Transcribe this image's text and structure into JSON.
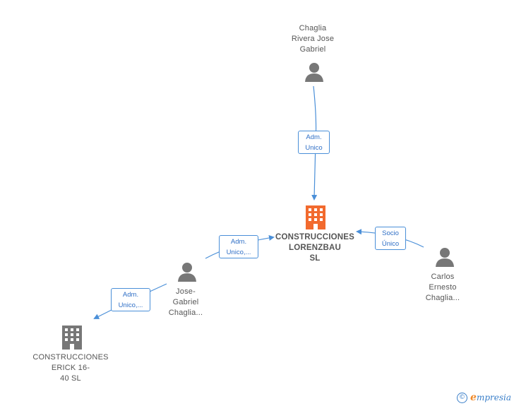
{
  "colors": {
    "edge": "#4a8fd8",
    "person_icon": "#777777",
    "company_icon": "#777777",
    "main_company_icon": "#f26a2e"
  },
  "nodes": {
    "chaglia_rivera": {
      "label": "Chaglia\nRivera Jose\nGabriel",
      "type": "person"
    },
    "lorenzbau": {
      "label": "CONSTRUCCIONES\nLORENZBAU\nSL",
      "type": "company-main"
    },
    "carlos": {
      "label": "Carlos\nErnesto\nChaglia...",
      "type": "person"
    },
    "jose_gabriel": {
      "label": "Jose-\nGabriel\nChaglia...",
      "type": "person"
    },
    "erick": {
      "label": "CONSTRUCCIONES\nERICK 16-\n40  SL",
      "type": "company"
    }
  },
  "edges": {
    "e1": {
      "label": "Adm.\nUnico"
    },
    "e2": {
      "label": "Socio\nÚnico"
    },
    "e3": {
      "label": "Adm.\nUnico,..."
    },
    "e4": {
      "label": "Adm.\nUnico,..."
    }
  },
  "watermark": {
    "copyright": "©",
    "brand_first": "e",
    "brand_rest": "mpresia"
  }
}
